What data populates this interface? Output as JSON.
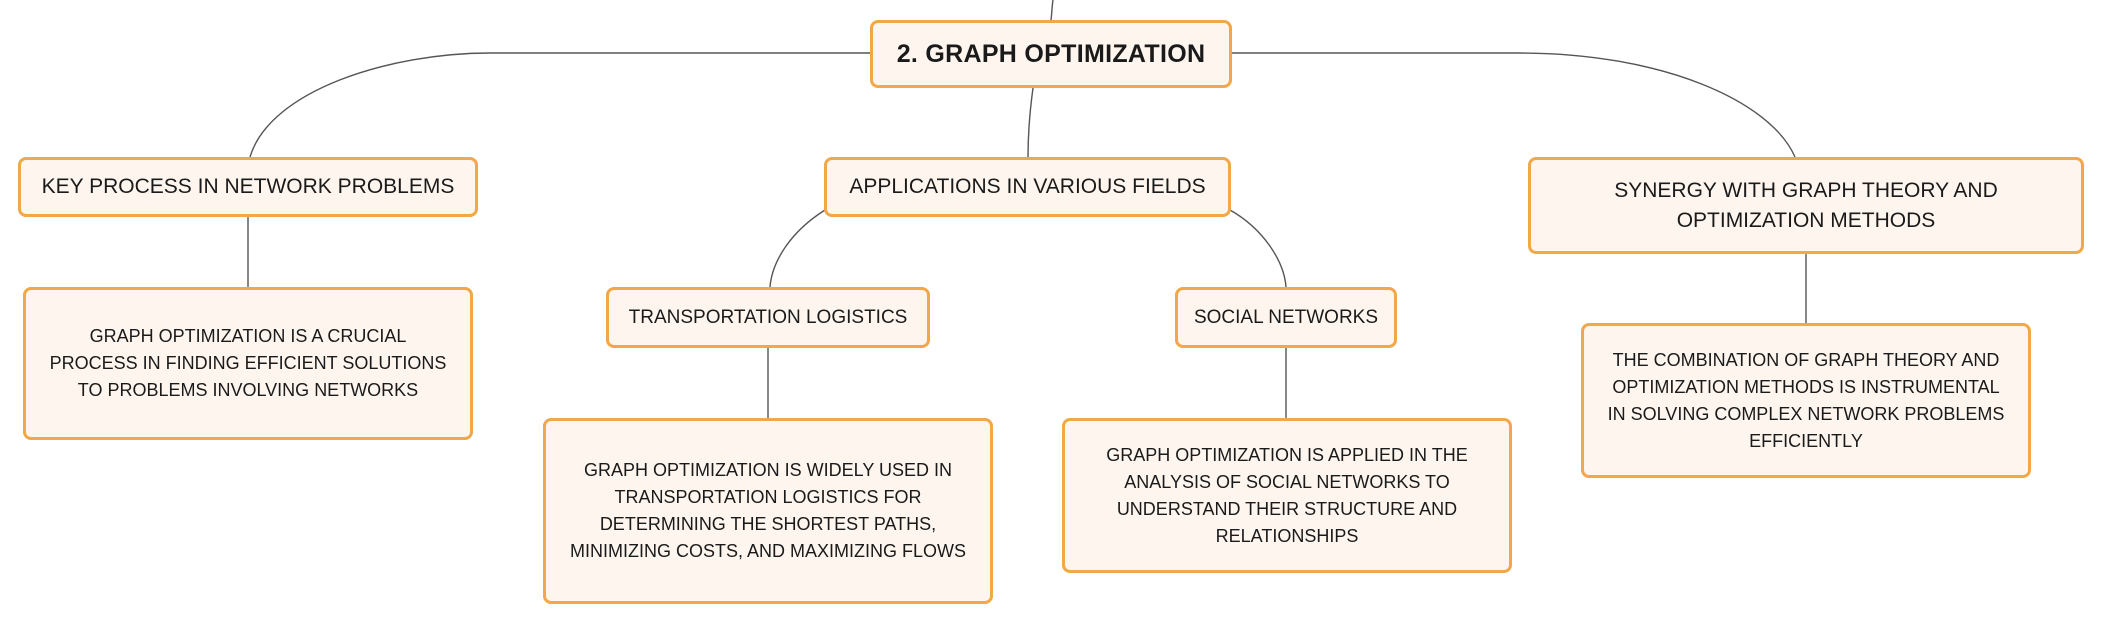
{
  "mindmap": {
    "root": {
      "label": "2. GRAPH OPTIMIZATION"
    },
    "branches": {
      "key_process": {
        "label": "KEY PROCESS IN NETWORK PROBLEMS",
        "detail": "GRAPH OPTIMIZATION IS A CRUCIAL PROCESS IN FINDING EFFICIENT SOLUTIONS TO PROBLEMS INVOLVING NETWORKS"
      },
      "applications": {
        "label": "APPLICATIONS IN VARIOUS FIELDS",
        "children": {
          "transportation": {
            "label": "TRANSPORTATION LOGISTICS",
            "detail": "GRAPH OPTIMIZATION IS WIDELY USED IN TRANSPORTATION LOGISTICS FOR DETERMINING THE SHORTEST PATHS, MINIMIZING COSTS, AND MAXIMIZING FLOWS"
          },
          "social": {
            "label": "SOCIAL NETWORKS",
            "detail": "GRAPH OPTIMIZATION IS APPLIED IN THE ANALYSIS OF SOCIAL NETWORKS TO UNDERSTAND THEIR STRUCTURE AND RELATIONSHIPS"
          }
        }
      },
      "synergy": {
        "label": "SYNERGY WITH GRAPH THEORY AND OPTIMIZATION METHODS",
        "detail": "THE COMBINATION OF GRAPH THEORY AND OPTIMIZATION METHODS IS INSTRUMENTAL IN SOLVING COMPLEX NETWORK PROBLEMS EFFICIENTLY"
      }
    },
    "colors": {
      "node_border": "#f0a849",
      "node_fill": "#fef5ee",
      "connector": "#555555",
      "text": "#1a1a1a"
    }
  }
}
